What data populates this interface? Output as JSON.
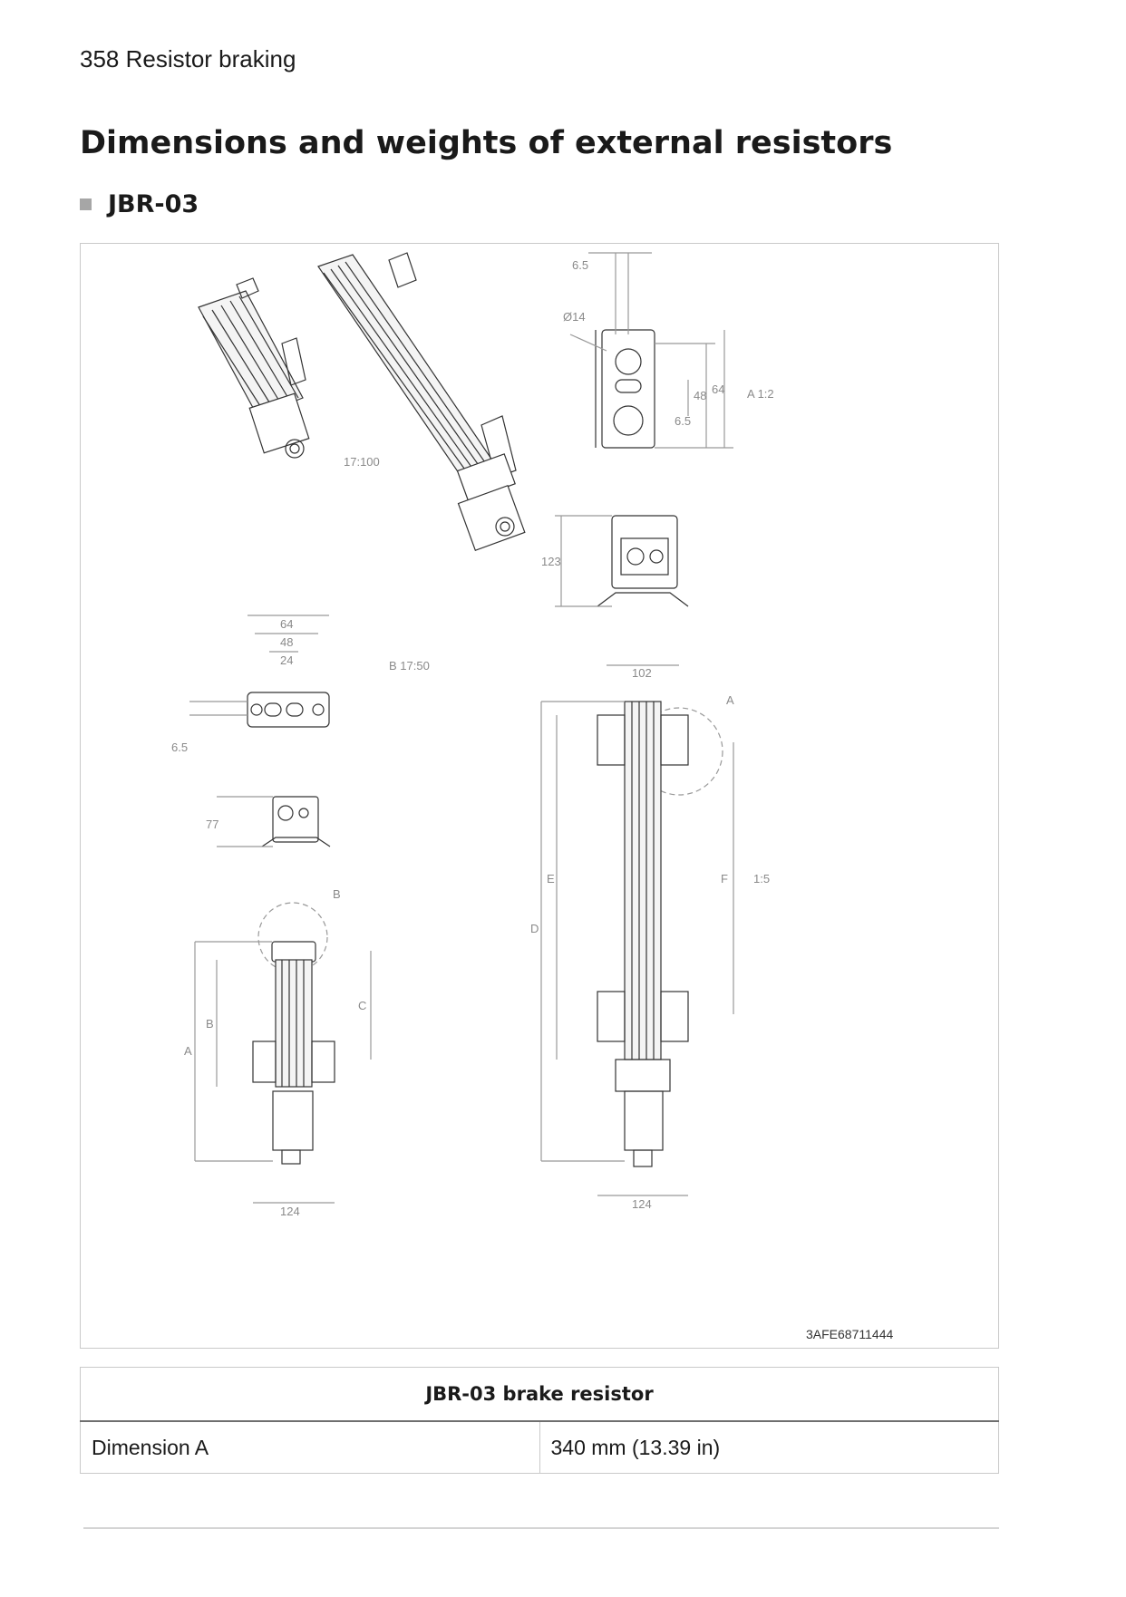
{
  "header": {
    "page_label": "358 Resistor braking"
  },
  "title": "Dimensions and weights of external resistors",
  "section": {
    "name": "JBR-03"
  },
  "figure": {
    "code": "3AFE68711444",
    "labels": {
      "dim_6_5_top": "6.5",
      "dim_d14": "Ø14",
      "dim_48": "48",
      "dim_64_bracket": "64",
      "dim_6_5_bracket": "6.5",
      "detail_a_scale": "A 1:2",
      "detail_17_100": "17:100",
      "dim_123": "123",
      "dim_64_top": "64",
      "dim_48_top": "48",
      "dim_24": "24",
      "detail_b_scale": "B 17:50",
      "dim_6_5_left": "6.5",
      "dim_77": "77",
      "dim_102": "102",
      "marker_a": "A",
      "marker_b": "B",
      "dim_A": "A",
      "dim_B": "B",
      "dim_C": "C",
      "dim_D": "D",
      "dim_E": "E",
      "dim_F": "F",
      "scale_1_5": "1:5",
      "dim_124_left": "124",
      "dim_124_right": "124"
    }
  },
  "table": {
    "heading": "JBR-03 brake resistor",
    "rows": [
      {
        "label": "Dimension A",
        "value": "340 mm (13.39 in)"
      }
    ]
  }
}
